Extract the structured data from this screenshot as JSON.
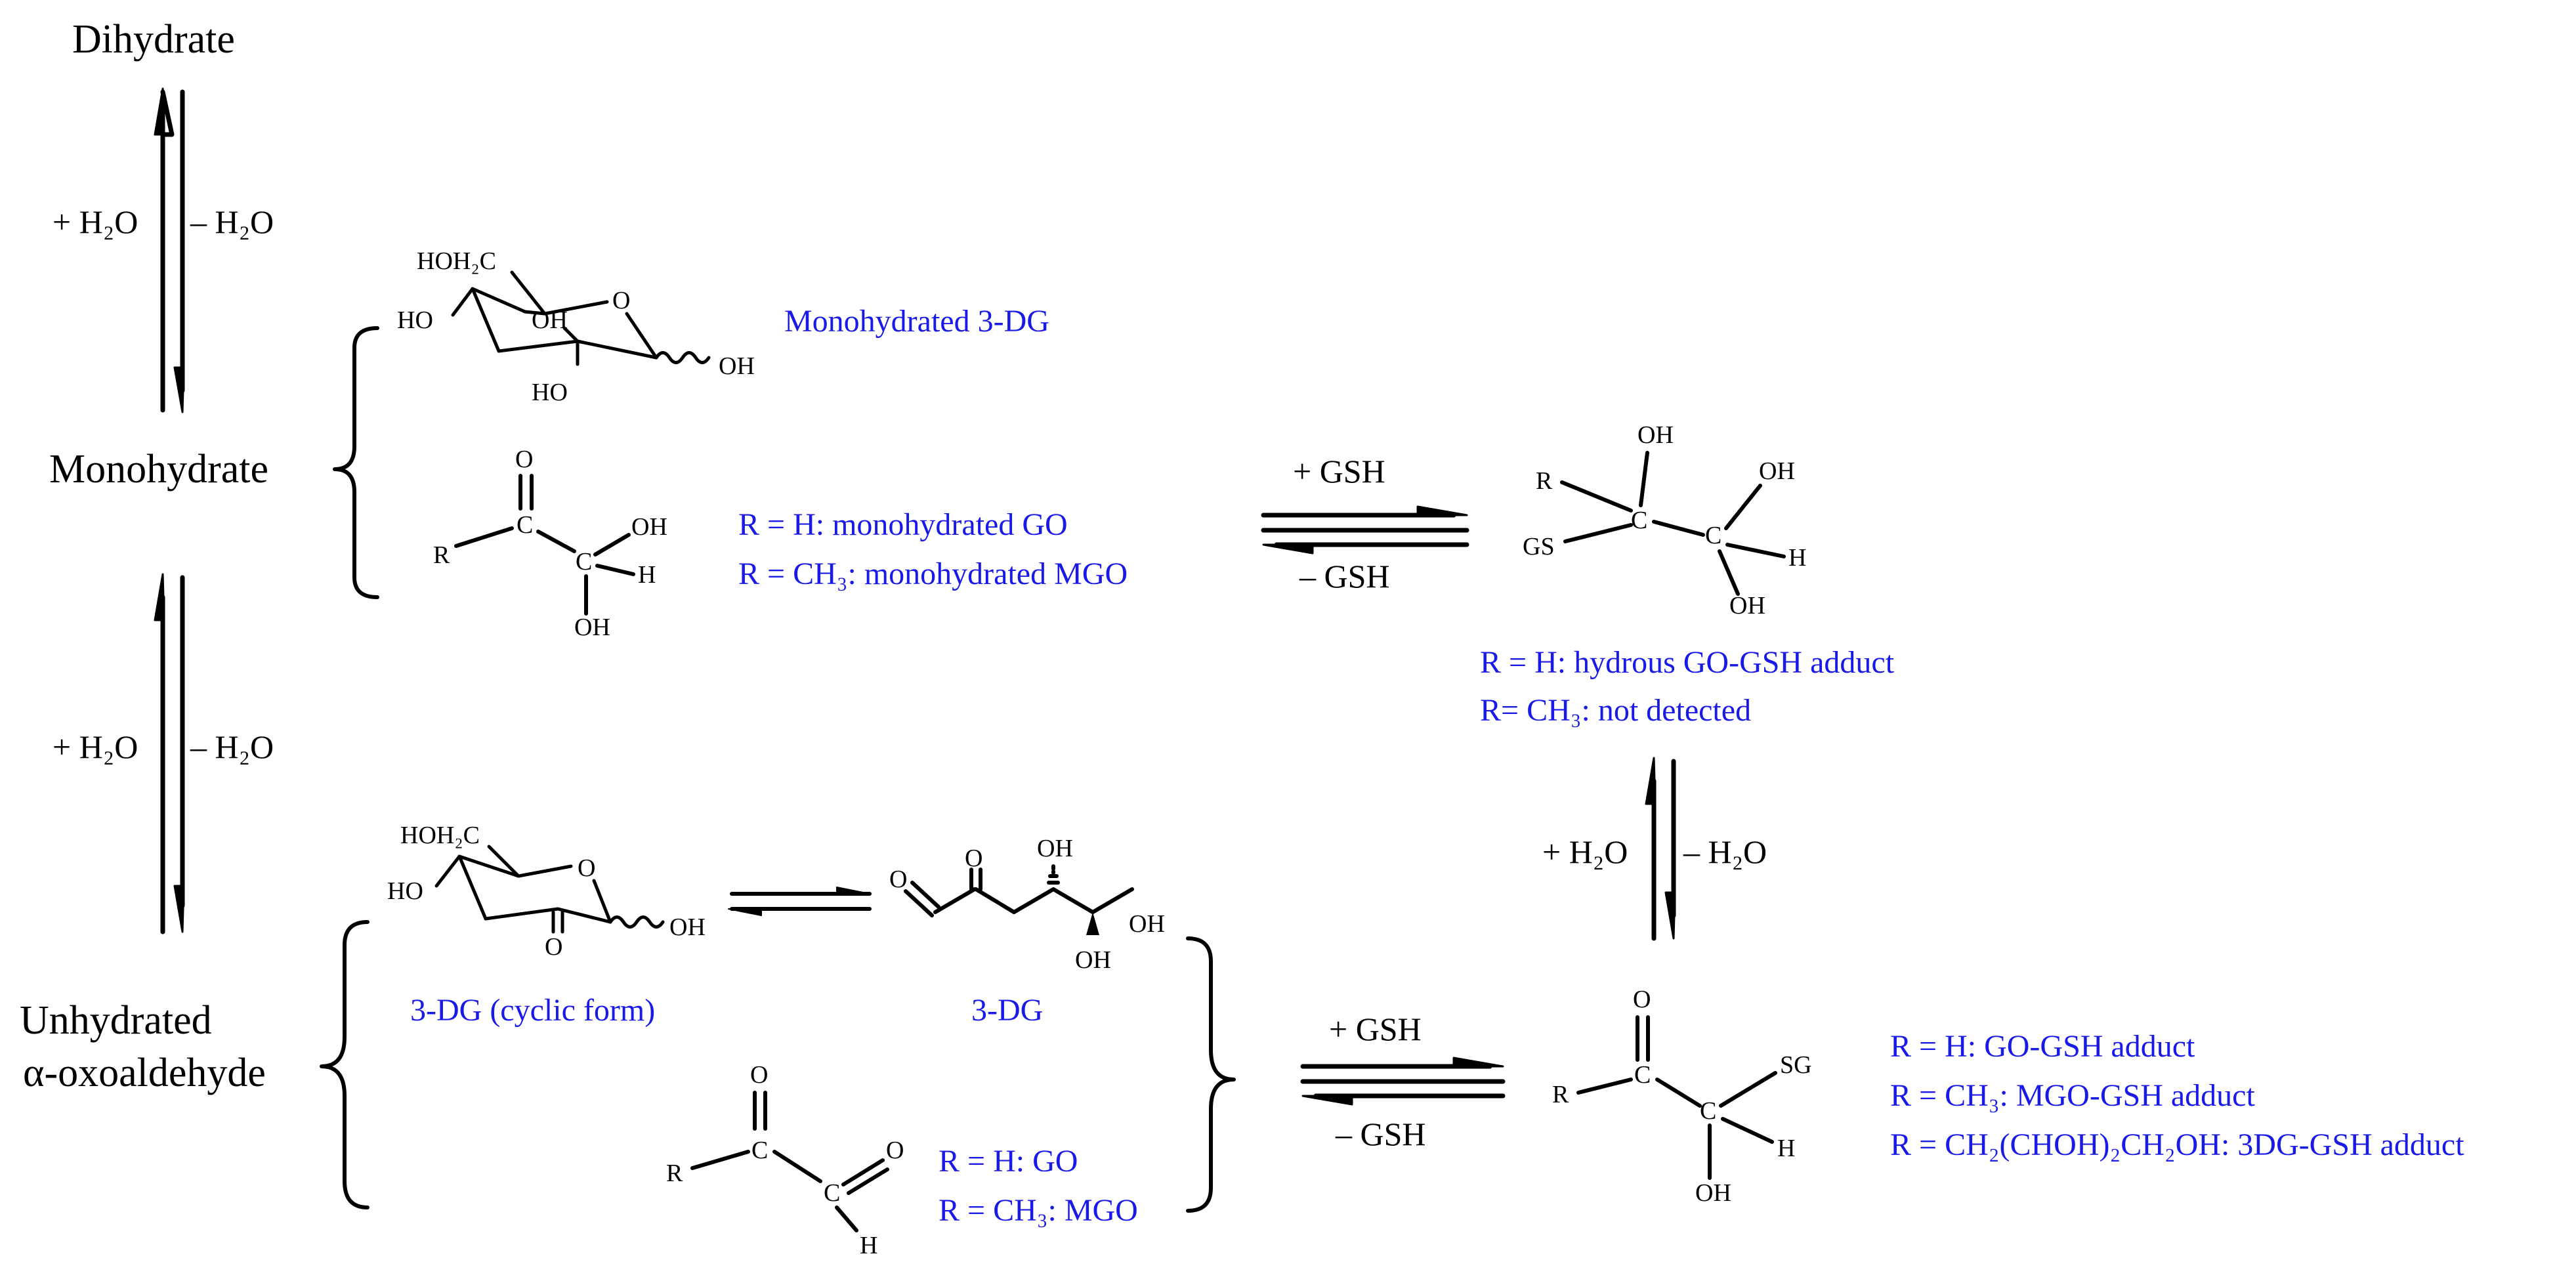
{
  "states": {
    "dihydrate": "Dihydrate",
    "monohydrate": "Monohydrate",
    "unhydrated_line1": "Unhydrated",
    "unhydrated_line2": "α-oxoaldehyde"
  },
  "equilibria": {
    "add_water": "+ H₂O",
    "remove_water": "– H₂O",
    "add_gsh": "+ GSH",
    "remove_gsh": "– GSH"
  },
  "labels": {
    "monohydrated_3dg": "Monohydrated  3-DG",
    "mono_go": "R = H: monohydrated GO",
    "mono_mgo": "R = CH₃: monohydrated MGO",
    "hydrous_adduct_h": "R = H: hydrous GO-GSH adduct",
    "hydrous_adduct_ch3": "R= CH₃: not detected",
    "dg_cyclic": "3-DG (cyclic form)",
    "dg": "3-DG",
    "go": "R = H: GO",
    "mgo": "R = CH₃: MGO",
    "go_gsh": "R = H: GO-GSH adduct",
    "mgo_gsh": "R = CH₃: MGO-GSH adduct",
    "dg_gsh": "R = CH₂(CHOH)₂CH₂OH: 3DG-GSH adduct"
  },
  "atoms": {
    "R": "R",
    "C": "C",
    "O": "O",
    "H": "H",
    "OH": "OH",
    "HO": "HO",
    "GS": "GS",
    "SG": "SG",
    "HOH2C": "HOH₂C"
  },
  "colors": {
    "ink": "#000000",
    "label_blue": "#1a1ae6"
  }
}
